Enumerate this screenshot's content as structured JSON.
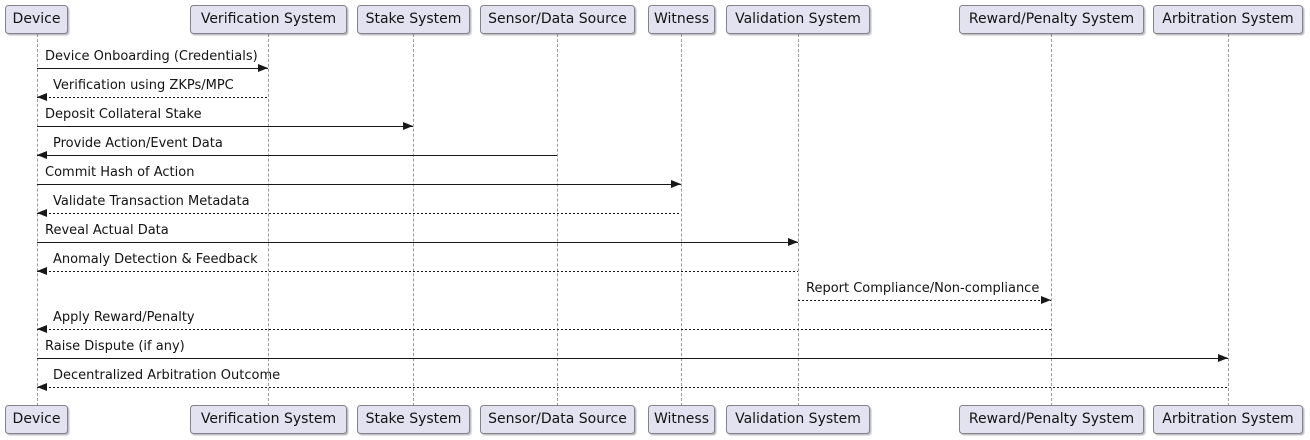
{
  "diagram": {
    "type": "sequence",
    "participants": [
      {
        "id": "device",
        "label": "Device"
      },
      {
        "id": "verification",
        "label": "Verification System"
      },
      {
        "id": "stake",
        "label": "Stake System"
      },
      {
        "id": "sensor",
        "label": "Sensor/Data Source"
      },
      {
        "id": "witness",
        "label": "Witness"
      },
      {
        "id": "validation",
        "label": "Validation System"
      },
      {
        "id": "reward",
        "label": "Reward/Penalty System"
      },
      {
        "id": "arbitration",
        "label": "Arbitration System"
      }
    ],
    "messages": [
      {
        "from": "device",
        "to": "verification",
        "label": "Device Onboarding (Credentials)",
        "line": "solid"
      },
      {
        "from": "verification",
        "to": "device",
        "label": "Verification using ZKPs/MPC",
        "line": "dashed"
      },
      {
        "from": "device",
        "to": "stake",
        "label": "Deposit Collateral Stake",
        "line": "solid"
      },
      {
        "from": "sensor",
        "to": "device",
        "label": "Provide Action/Event Data",
        "line": "solid"
      },
      {
        "from": "device",
        "to": "witness",
        "label": "Commit Hash of Action",
        "line": "solid"
      },
      {
        "from": "witness",
        "to": "device",
        "label": "Validate Transaction Metadata",
        "line": "dashed"
      },
      {
        "from": "device",
        "to": "validation",
        "label": "Reveal Actual Data",
        "line": "solid"
      },
      {
        "from": "validation",
        "to": "device",
        "label": "Anomaly Detection & Feedback",
        "line": "dashed"
      },
      {
        "from": "validation",
        "to": "reward",
        "label": "Report Compliance/Non-compliance",
        "line": "dashed"
      },
      {
        "from": "reward",
        "to": "device",
        "label": "Apply Reward/Penalty",
        "line": "dashed"
      },
      {
        "from": "device",
        "to": "arbitration",
        "label": "Raise Dispute (if any)",
        "line": "solid"
      },
      {
        "from": "arbitration",
        "to": "device",
        "label": "Decentralized Arbitration Outcome",
        "line": "dashed"
      }
    ],
    "colors": {
      "background": "#FFFFFF",
      "participant_fill": "#E2E2F0",
      "participant_border": "#838388",
      "arrow": "#181818",
      "lifeline": "#9A9A9A",
      "text": "#131313"
    }
  }
}
